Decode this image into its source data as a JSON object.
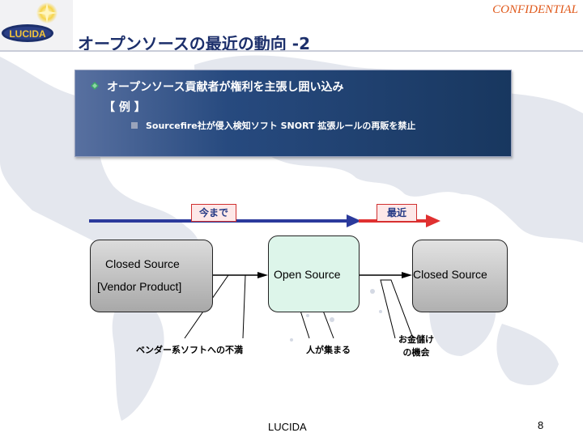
{
  "header": {
    "confidential": "CONFIDENTIAL",
    "logo_text": "LUCIDA",
    "title": "オープンソースの最近の動向 -2"
  },
  "panel": {
    "line1": "オープンソース貢献者が権利を主張し囲い込み",
    "line2": "【 例 】",
    "line3": "Sourcefire社が侵入検知ソフト SNORT 拡張ルールの再販を禁止"
  },
  "timeline": {
    "before": "今まで",
    "recent": "最近",
    "arrow_before_color": "#2b3a9c",
    "arrow_recent_color": "#e03030"
  },
  "boxes": {
    "closed_source_left_line1": "Closed Source",
    "closed_source_left_line2": "[Vendor Product]",
    "open_source": "Open Source",
    "closed_source_right": "Closed Source"
  },
  "callouts": {
    "vendor_dissatisfaction": "ベンダー系ソフトへの不満",
    "people_gather": "人が集まる",
    "money_line1": "お金儲け",
    "money_line2": "の機会"
  },
  "footer": {
    "brand": "LUCIDA",
    "page_number": "8"
  }
}
